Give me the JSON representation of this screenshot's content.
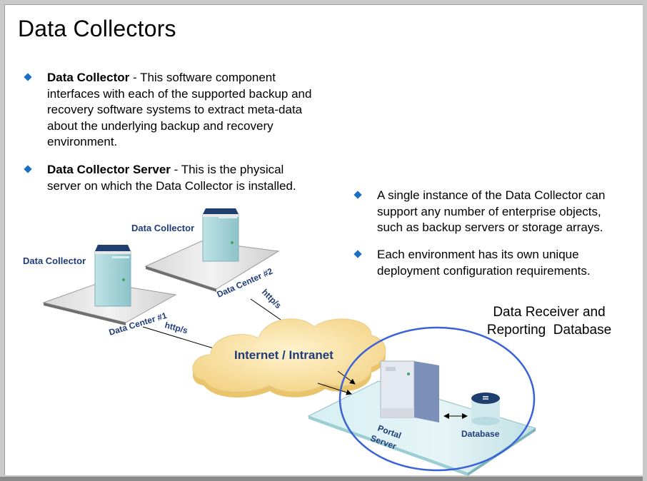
{
  "slide": {
    "title": "Data Collectors",
    "bullets_left": [
      {
        "term": "Data Collector",
        "sep": " - ",
        "text_lines": [
          "This software component",
          "interfaces with each of the supported backup and",
          "recovery software systems to extract meta-data",
          "about the underlying backup and recovery",
          "environment."
        ]
      },
      {
        "term": "Data Collector Server",
        "sep": " - ",
        "text_lines": [
          "This is the physical",
          "server on which the Data Collector is installed."
        ]
      }
    ],
    "bullets_right": [
      {
        "lines": [
          "A single instance of the Data Collector can",
          "support any number of enterprise objects,",
          "such as backup servers or storage arrays."
        ]
      },
      {
        "lines": [
          "Each environment has its own unique",
          "deployment configuration requirements."
        ]
      }
    ]
  },
  "diagram": {
    "collector_1_label": "Data Collector",
    "collector_2_label": "Data Collector",
    "datacenter_1_label": "Data Center #1",
    "datacenter_2_label": "Data Center #2",
    "link_1_label": "http/s",
    "link_2_label": "http/s",
    "cloud_label": "Internet / Intranet",
    "receiver_title_lines": [
      "Data Receiver and",
      "Reporting  Database"
    ],
    "portal_label_lines": [
      "Portal",
      "Server"
    ],
    "database_label": "Database",
    "colors": {
      "bullet": "#1a6fc0",
      "label_blue": "#1f3c78",
      "cloud": "#f7dc8c",
      "ellipse": "#3a62d8",
      "server_teal": "#a9d4d8",
      "server_cap": "#1f3f6e"
    }
  }
}
